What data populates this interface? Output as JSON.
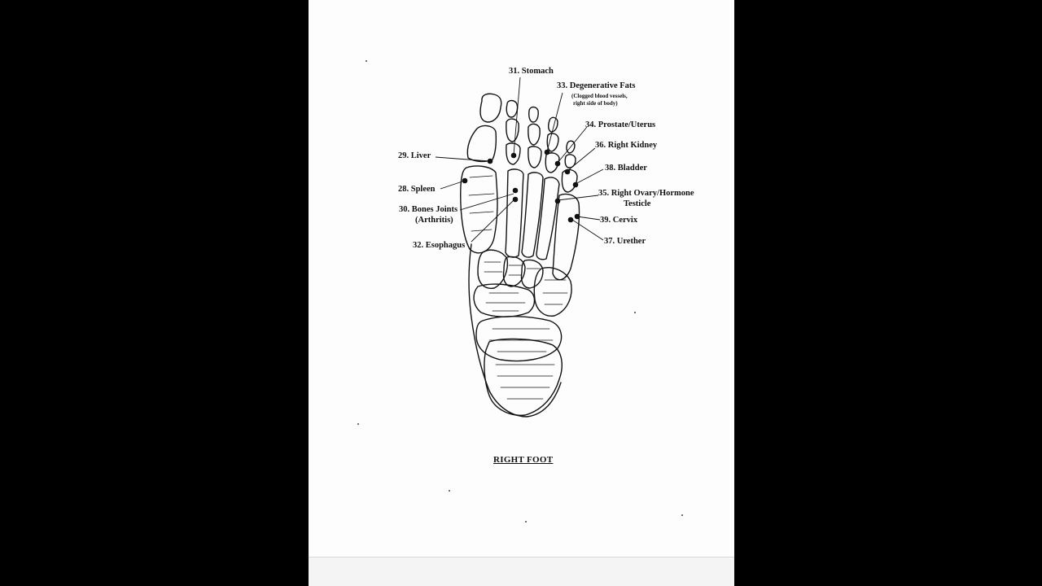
{
  "title": "RIGHT FOOT",
  "labels": {
    "l31": "31. Stomach",
    "l33": "33. Degenerative Fats",
    "l33_note1": "(Clogged blood vessels,",
    "l33_note2": "right side of body)",
    "l34": "34. Prostate/Uterus",
    "l36": "36. Right Kidney",
    "l29": "29. Liver",
    "l38": "38. Bladder",
    "l28": "28. Spleen",
    "l35": "35. Right Ovary/Hormone",
    "l35_line2": "Testicle",
    "l30": "30. Bones Joints",
    "l30_line2": "(Arthritis)",
    "l39": "39. Cervix",
    "l37": "37. Urether",
    "l32": "32. Esophagus"
  },
  "colors": {
    "ink": "#111111",
    "paper": "#fdfdfd",
    "background": "#000000"
  }
}
